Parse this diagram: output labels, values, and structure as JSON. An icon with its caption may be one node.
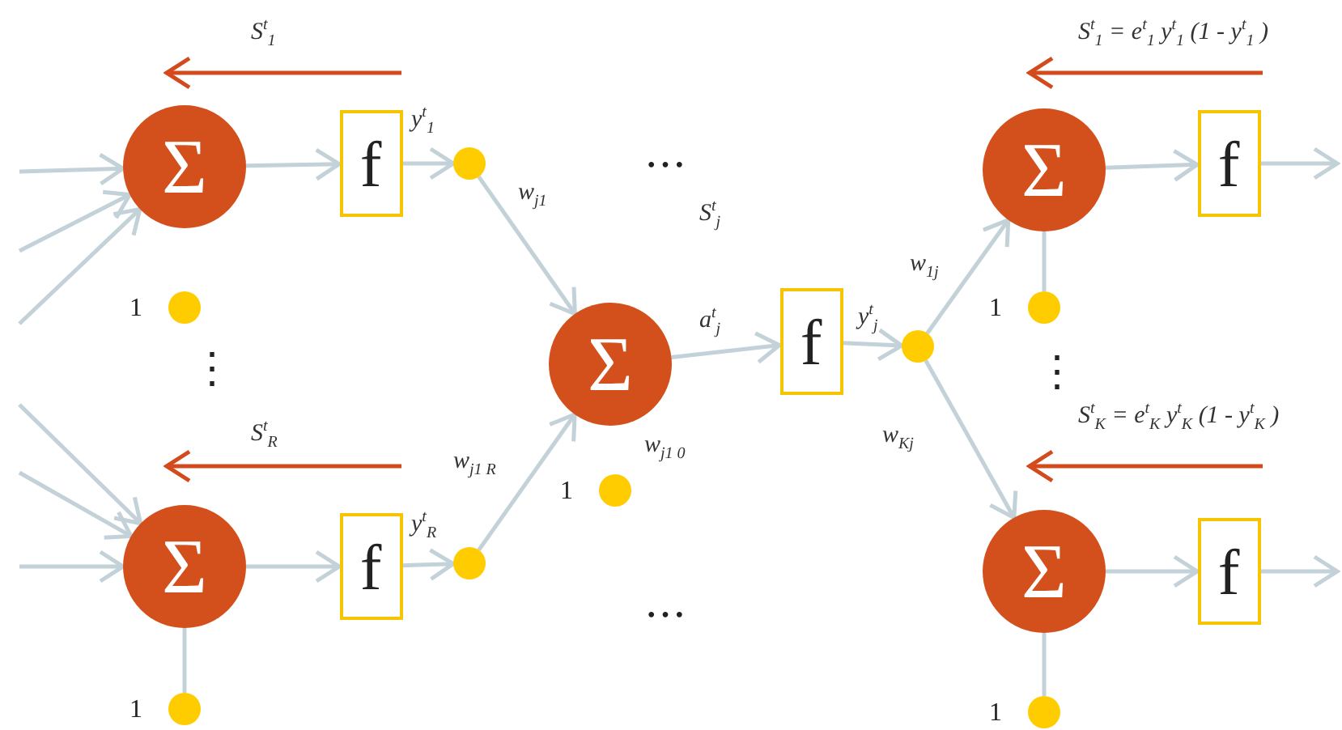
{
  "diagram": {
    "nodes": [
      {
        "text": [
          "Σ"
        ]
      },
      {
        "text": [
          "f"
        ]
      },
      {
        "text": [],
        "shape": "circle"
      },
      {
        "text": [],
        "shape": "circle",
        "beside": [
          "1"
        ]
      },
      {
        "text": [
          "Σ"
        ]
      },
      {
        "text": [
          "f"
        ]
      },
      {
        "text": [],
        "shape": "circle"
      },
      {
        "text": [],
        "shape": "circle",
        "beside": [
          "1"
        ]
      },
      {
        "text": [
          "Σ"
        ]
      },
      {
        "text": [
          "f"
        ]
      },
      {
        "text": [],
        "shape": "circle"
      },
      {
        "text": [],
        "shape": "circle",
        "beside": [
          "1"
        ]
      },
      {
        "text": [
          "Σ"
        ]
      },
      {
        "text": [
          "f"
        ]
      },
      {
        "text": [],
        "shape": "circle",
        "beside": [
          "1"
        ]
      },
      {
        "text": [
          "Σ"
        ]
      },
      {
        "text": [
          "f"
        ]
      },
      {
        "text": [],
        "shape": "circle",
        "beside": [
          "1"
        ]
      }
    ],
    "edges": [
      {
        "from": null,
        "to": 0,
        "arrow": "to"
      },
      {
        "from": null,
        "to": 0,
        "arrow": "to"
      },
      {
        "from": null,
        "to": 0,
        "arrow": "to"
      },
      {
        "from": null,
        "to": 4,
        "arrow": "to"
      },
      {
        "from": null,
        "to": 4,
        "arrow": "to"
      },
      {
        "from": null,
        "to": 4,
        "arrow": "to"
      },
      {
        "from": 0,
        "to": 1,
        "arrow": "to"
      },
      {
        "from": 1,
        "to": 2,
        "arrow": "to",
        "label": "y$^{t}$$_{1}$"
      },
      {
        "from": 2,
        "to": 8,
        "arrow": "to",
        "label": "w$_{j1}$"
      },
      {
        "from": 4,
        "to": 5,
        "arrow": "to"
      },
      {
        "from": 5,
        "to": 6,
        "arrow": "to",
        "label": "y$^{t}$$_{R}$"
      },
      {
        "from": 6,
        "to": 8,
        "arrow": "to",
        "label": "w$_{j1 R}$"
      },
      {
        "from": 4,
        "to": 7,
        "arrow": "none"
      },
      {
        "from": 8,
        "to": 9,
        "arrow": "to",
        "label": "a$^{t}$$_{j}$"
      },
      {
        "from": 9,
        "to": 10,
        "arrow": "to",
        "label": "y$^{t}$$_{j}$"
      },
      {
        "from": 10,
        "to": 12,
        "arrow": "to",
        "label": "w$_{1j}$"
      },
      {
        "from": 10,
        "to": 15,
        "arrow": "to",
        "label": "w$_{Kj}$"
      },
      {
        "from": 12,
        "to": 13,
        "arrow": "to"
      },
      {
        "from": 13,
        "to": null,
        "arrow": "to"
      },
      {
        "from": 12,
        "to": 14,
        "arrow": "none"
      },
      {
        "from": 15,
        "to": 16,
        "arrow": "to"
      },
      {
        "from": 16,
        "to": null,
        "arrow": "to"
      },
      {
        "from": 15,
        "to": 17,
        "arrow": "none"
      }
    ],
    "labels": [
      "S$^{t}$$_{1}$",
      "S$^{t}$$_{1}$ = e$^{t}$$_{1}$ y$^{t}$$_{1}$ (1 - y$^{t}$$_{1}$ )",
      "…",
      "S$^{t}$$_{j}$",
      "⋮",
      "⋮",
      "w$_{j1 0}$",
      "S$^{t}$$_{R}$",
      "S$^{t}$$_{K}$ = e$^{t}$$_{K}$ y$^{t}$$_{K}$ (1 - y$^{t}$$_{K}$ )",
      "…"
    ]
  }
}
